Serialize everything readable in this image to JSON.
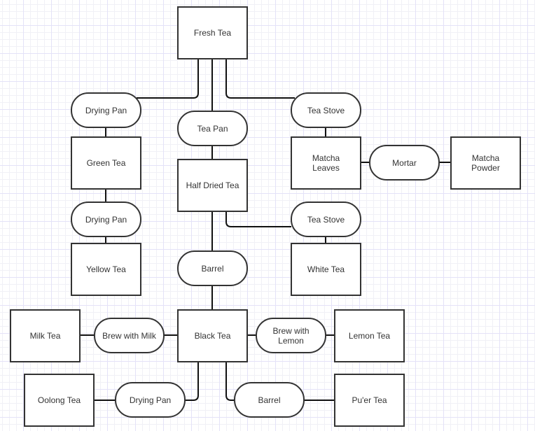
{
  "diagram": {
    "type": "flowchart",
    "title": "Tea processing diagram",
    "colors": {
      "node_border": "#333333",
      "edge": "#111111",
      "node_fill": "#ffffff",
      "text": "#333333",
      "grid": "#e4e2f8"
    },
    "nodes": {
      "fresh_tea": "Fresh Tea",
      "drying_pan_1": "Drying Pan",
      "tea_pan": "Tea Pan",
      "tea_stove_1": "Tea Stove",
      "green_tea": "Green Tea",
      "half_dried_tea": "Half Dried Tea",
      "matcha_leaves": "Matcha\nLeaves",
      "mortar": "Mortar",
      "matcha_powder": "Matcha\nPowder",
      "drying_pan_2": "Drying Pan",
      "tea_stove_2": "Tea Stove",
      "yellow_tea": "Yellow Tea",
      "barrel_1": "Barrel",
      "white_tea": "White Tea",
      "milk_tea": "Milk Tea",
      "brew_with_milk": "Brew with Milk",
      "black_tea": "Black Tea",
      "brew_with_lemon": "Brew with\nLemon",
      "lemon_tea": "Lemon Tea",
      "oolong_tea": "Oolong Tea",
      "drying_pan_3": "Drying Pan",
      "barrel_2": "Barrel",
      "puer_tea": "Pu'er Tea"
    },
    "node_kinds": {
      "product": [
        "fresh_tea",
        "green_tea",
        "half_dried_tea",
        "matcha_leaves",
        "matcha_powder",
        "yellow_tea",
        "white_tea",
        "milk_tea",
        "black_tea",
        "lemon_tea",
        "oolong_tea",
        "puer_tea"
      ],
      "process": [
        "drying_pan_1",
        "tea_pan",
        "tea_stove_1",
        "mortar",
        "drying_pan_2",
        "tea_stove_2",
        "barrel_1",
        "brew_with_milk",
        "brew_with_lemon",
        "drying_pan_3",
        "barrel_2"
      ]
    },
    "edges": [
      [
        "fresh_tea",
        "drying_pan_1"
      ],
      [
        "fresh_tea",
        "tea_pan"
      ],
      [
        "fresh_tea",
        "tea_stove_1"
      ],
      [
        "drying_pan_1",
        "green_tea"
      ],
      [
        "green_tea",
        "drying_pan_2"
      ],
      [
        "drying_pan_2",
        "yellow_tea"
      ],
      [
        "tea_pan",
        "half_dried_tea"
      ],
      [
        "tea_stove_1",
        "matcha_leaves"
      ],
      [
        "matcha_leaves",
        "mortar"
      ],
      [
        "mortar",
        "matcha_powder"
      ],
      [
        "half_dried_tea",
        "tea_stove_2"
      ],
      [
        "tea_stove_2",
        "white_tea"
      ],
      [
        "half_dried_tea",
        "barrel_1"
      ],
      [
        "barrel_1",
        "black_tea"
      ],
      [
        "black_tea",
        "brew_with_milk"
      ],
      [
        "brew_with_milk",
        "milk_tea"
      ],
      [
        "black_tea",
        "brew_with_lemon"
      ],
      [
        "brew_with_lemon",
        "lemon_tea"
      ],
      [
        "black_tea",
        "drying_pan_3"
      ],
      [
        "drying_pan_3",
        "oolong_tea"
      ],
      [
        "black_tea",
        "barrel_2"
      ],
      [
        "barrel_2",
        "puer_tea"
      ]
    ]
  }
}
